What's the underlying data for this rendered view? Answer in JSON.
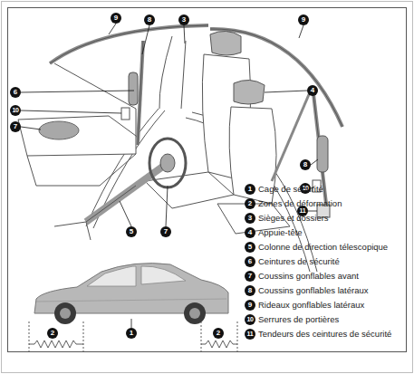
{
  "diagram": {
    "labels": [
      "9",
      "8",
      "3",
      "9",
      "6",
      "10",
      "7",
      "4",
      "8",
      "10",
      "11",
      "5",
      "7",
      "2",
      "1",
      "2",
      "1",
      "Cage de sécurité",
      "2",
      "Zones de déformation",
      "3",
      "Sièges et dossiers",
      "4",
      "Appuie-tête",
      "5",
      "Colonne de direction télescopique",
      "6",
      "Ceintures de sécurité",
      "7",
      "Coussins gonflables avant",
      "8",
      "Coussins gonflables latéraux",
      "9",
      "Rideaux gonflables latéraux",
      "10",
      "Serrures de portières",
      "11",
      "Tendeurs des ceintures de sécurité"
    ]
  }
}
